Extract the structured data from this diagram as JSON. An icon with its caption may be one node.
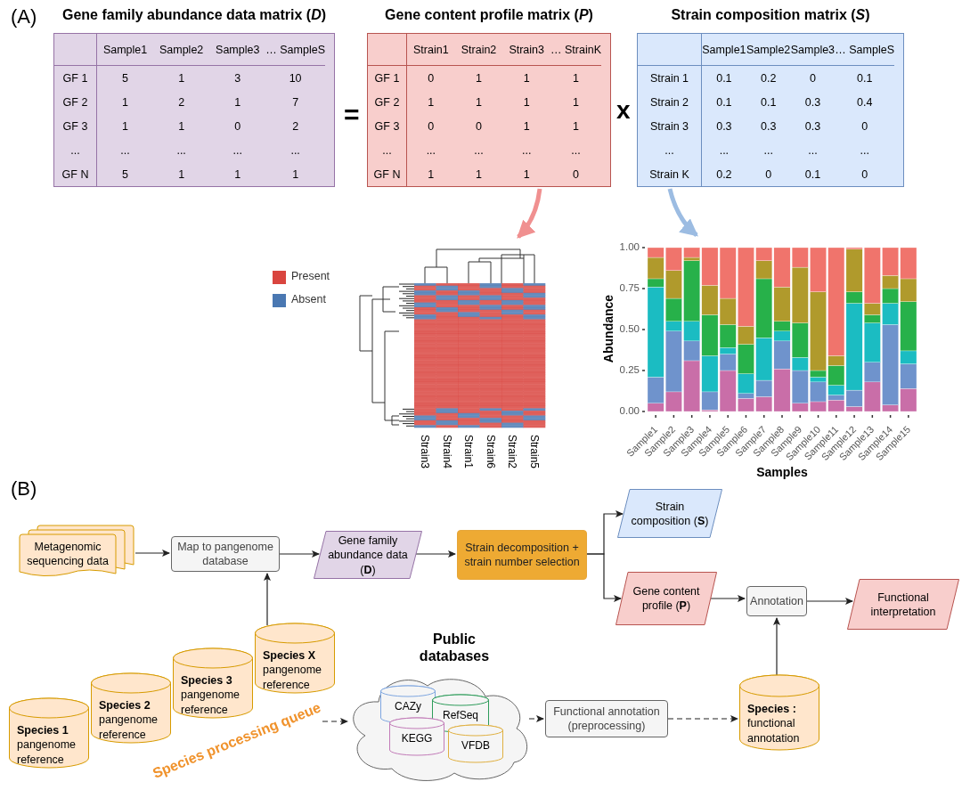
{
  "diagram": {
    "nodes": [
      {
        "text": [
          "Gene family abundance data matrix (*D*)",
          "Sample1",
          "Sample2",
          "Sample3",
          "… SampleS",
          "GF 1",
          "5",
          "1",
          "3",
          "10",
          "GF 2",
          "1",
          "2",
          "1",
          "7",
          "GF 3",
          "1",
          "1",
          "0",
          "2",
          "...",
          "...",
          "...",
          "...",
          "...",
          "GF N",
          "5",
          "1",
          "1",
          "1"
        ]
      },
      {
        "text": [
          "Gene content profile matrix (*P*)",
          "Strain1",
          "Strain2",
          "Strain3",
          "… StrainK",
          "GF 1",
          "0",
          "1",
          "1",
          "1",
          "GF 2",
          "1",
          "1",
          "1",
          "1",
          "GF 3",
          "0",
          "0",
          "1",
          "1",
          "...",
          "...",
          "...",
          "...",
          "...",
          "GF N",
          "1",
          "1",
          "1",
          "0"
        ]
      },
      {
        "text": [
          "Strain composition matrix (*S*)",
          "Sample1",
          "Sample2",
          "Sample3",
          "… SampleS",
          "Strain 1",
          "0.1",
          "0.2",
          "0",
          "0.1",
          "Strain 2",
          "0.1",
          "0.1",
          "0.3",
          "0.4",
          "Strain 3",
          "0.3",
          "0.3",
          "0.3",
          "0",
          "...",
          "...",
          "...",
          "...",
          "...",
          "Strain K",
          "0.2",
          "0",
          "0.1",
          "0"
        ]
      },
      {
        "text": [
          "Strain3",
          "Strain4",
          "Strain1",
          "Strain6",
          "Strain2",
          "Strain5"
        ]
      },
      {
        "text": [],
        "shape": "chart"
      },
      {
        "text": [
          "Metagenomic sequencing data"
        ]
      },
      {
        "text": [
          "Map to pangenome database"
        ]
      },
      {
        "text": [
          "Gene family abundance data (**D**)"
        ]
      },
      {
        "text": [
          "Strain decomposition + strain number selection"
        ]
      },
      {
        "text": [
          "Strain composition (**S**)"
        ]
      },
      {
        "text": [
          "Gene content profile (**P**)"
        ]
      },
      {
        "text": [
          "Annotation"
        ]
      },
      {
        "text": [
          "Functional interpretation"
        ]
      },
      {
        "text": [
          "**Species X** pangenome reference"
        ]
      },
      {
        "text": [
          "**Species 3** pangenome reference"
        ]
      },
      {
        "text": [
          "**Species 2** pangenome reference"
        ]
      },
      {
        "text": [
          "**Species 1** pangenome reference"
        ]
      },
      {
        "text": [
          "Species processing queue"
        ]
      },
      {
        "text": [
          "Public databases"
        ]
      },
      {
        "text": [
          "CAZy"
        ],
        "in": 18
      },
      {
        "text": [
          "RefSeq"
        ],
        "in": 18
      },
      {
        "text": [
          "KEGG"
        ],
        "in": 18
      },
      {
        "text": [
          "VFDB"
        ],
        "in": 18
      },
      {
        "text": [
          "Functional annotation (preprocessing)"
        ]
      },
      {
        "text": [
          "**Species :** functional annotation"
        ]
      }
    ],
    "edges": [
      {
        "from": 1,
        "to": 3,
        "arrow": "to",
        "style": "thick",
        "color": "#f09090"
      },
      {
        "from": 2,
        "to": 4,
        "arrow": "to",
        "style": "thick",
        "color": "#9cbce2"
      },
      {
        "from": 5,
        "to": 6,
        "arrow": "to"
      },
      {
        "from": 6,
        "to": 7,
        "arrow": "to"
      },
      {
        "from": 7,
        "to": 8,
        "arrow": "to"
      },
      {
        "from": 8,
        "to": 9,
        "arrow": "to"
      },
      {
        "from": 8,
        "to": 10,
        "arrow": "to"
      },
      {
        "from": 10,
        "to": 11,
        "arrow": "to"
      },
      {
        "from": 11,
        "to": 12,
        "arrow": "to"
      },
      {
        "from": 13,
        "to": 6,
        "arrow": "to"
      },
      {
        "from": 17,
        "to": 18,
        "arrow": "to",
        "style": "dashed"
      },
      {
        "from": 18,
        "to": 23,
        "arrow": "to",
        "style": "dashed"
      },
      {
        "from": 23,
        "to": 24,
        "arrow": "to",
        "style": "dashed"
      },
      {
        "from": 24,
        "to": 11,
        "arrow": "to"
      }
    ],
    "labels": [
      "(A)",
      "=",
      "x",
      "(B)"
    ],
    "legend": [
      {
        "text": "Present",
        "color": "#d9453f"
      },
      {
        "text": "Absent",
        "color": "#4a78b2"
      }
    ],
    "chart_data": {
      "type": "bar",
      "stacked": true,
      "xlabel": "Samples",
      "ylabel": "Abundance",
      "categories": [
        "Sample1",
        "Sample2",
        "Sample3",
        "Sample4",
        "Sample5",
        "Sample6",
        "Sample7",
        "Sample8",
        "Sample9",
        "Sample10",
        "Sample11",
        "Sample12",
        "Sample13",
        "Sample14",
        "Sample15"
      ],
      "ylim": [
        0,
        1
      ],
      "yticks": [
        {
          "value": 0,
          "label": "0.00"
        },
        {
          "value": 0.25,
          "label": "0.25"
        },
        {
          "value": 0.5,
          "label": "0.50"
        },
        {
          "value": 0.75,
          "label": "0.75"
        },
        {
          "value": 1,
          "label": "1.00"
        }
      ],
      "series": [
        {
          "color": "#c96ea8",
          "values": [
            0.05,
            0.12,
            0.31,
            0.01,
            0.25,
            0.08,
            0.09,
            0.26,
            0.05,
            0.06,
            0.07,
            0.03,
            0.18,
            0.04,
            0.14
          ]
        },
        {
          "color": "#6f93cc",
          "values": [
            0.16,
            0.37,
            0.12,
            0.11,
            0.1,
            0.03,
            0.1,
            0.17,
            0.2,
            0.12,
            0.03,
            0.1,
            0.12,
            0.49,
            0.15
          ]
        },
        {
          "color": "#1bbcc2",
          "values": [
            0.55,
            0.06,
            0.12,
            0.22,
            0.04,
            0.12,
            0.26,
            0.06,
            0.08,
            0.03,
            0.06,
            0.53,
            0.24,
            0.13,
            0.08
          ]
        },
        {
          "color": "#27b14a",
          "values": [
            0.05,
            0.14,
            0.37,
            0.25,
            0.14,
            0.18,
            0.36,
            0.06,
            0.21,
            0.04,
            0.12,
            0.07,
            0.05,
            0.09,
            0.3
          ]
        },
        {
          "color": "#b09a2c",
          "values": [
            0.13,
            0.17,
            0.02,
            0.18,
            0.16,
            0.11,
            0.11,
            0.21,
            0.34,
            0.48,
            0.06,
            0.26,
            0.07,
            0.08,
            0.14
          ]
        },
        {
          "color": "#f0746c",
          "values": [
            0.06,
            0.14,
            0.06,
            0.23,
            0.31,
            0.48,
            0.08,
            0.24,
            0.12,
            0.27,
            0.66,
            0.01,
            0.34,
            0.17,
            0.19
          ]
        }
      ]
    }
  }
}
